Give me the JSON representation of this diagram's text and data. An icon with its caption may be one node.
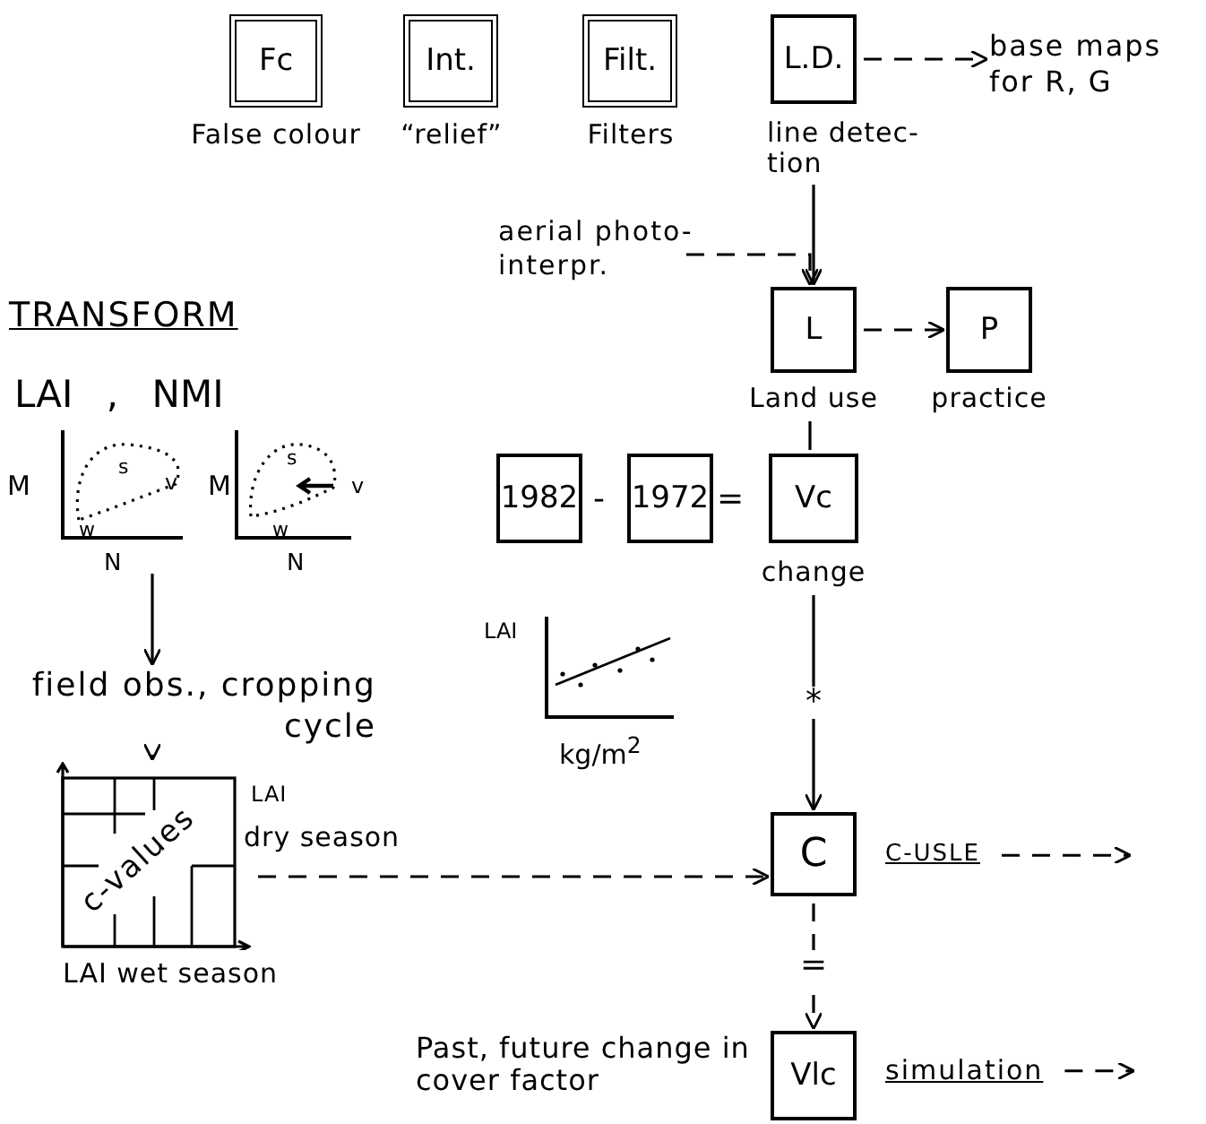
{
  "diagram": {
    "nodes": [
      {
        "text": [
          "Fc"
        ],
        "beside": [
          "False colour"
        ]
      },
      {
        "text": [
          "Int."
        ],
        "beside": [
          "“relief”"
        ]
      },
      {
        "text": [
          "Filt."
        ],
        "beside": [
          "Filters"
        ]
      },
      {
        "text": [
          "L.D."
        ],
        "beside": [
          "line detec- tion"
        ]
      },
      {
        "text": [
          "base maps for R, G"
        ]
      },
      {
        "text": [
          "aerial photo- interpr."
        ]
      },
      {
        "text": [
          "L"
        ],
        "beside": [
          "Land use"
        ]
      },
      {
        "text": [
          "P"
        ],
        "beside": [
          "practice"
        ]
      },
      {
        "text": [],
        "shape": "picture"
      },
      {
        "text": [
          "1982"
        ]
      },
      {
        "text": [
          "1972"
        ]
      },
      {
        "text": [
          "Vc"
        ],
        "beside": [
          "change"
        ]
      },
      {
        "text": [
          "field obs., cropping cycle"
        ]
      },
      {
        "text": [
          "c-values"
        ],
        "beside": [
          "LAI",
          "dry season",
          "LAI wet season"
        ]
      },
      {
        "text": [
          "C"
        ]
      },
      {
        "text": [
          "C-USLE"
        ]
      },
      {
        "text": [
          "Vlc"
        ],
        "beside": [
          "Past, future change in cover factor"
        ]
      },
      {
        "text": [
          "simulation"
        ]
      }
    ],
    "edges": [
      {
        "from": 3,
        "to": 4,
        "arrow": "to",
        "style": "dashed"
      },
      {
        "from": 3,
        "to": 6,
        "arrow": "to"
      },
      {
        "from": 5,
        "to": 6,
        "arrow": "to",
        "style": "dashed"
      },
      {
        "from": 6,
        "to": 7,
        "arrow": "to",
        "style": "dashed"
      },
      {
        "from": 6,
        "to": 11,
        "arrow": "none"
      },
      {
        "from": 11,
        "to": 14,
        "arrow": "to",
        "label": "*"
      },
      {
        "from": 8,
        "to": 12,
        "arrow": "to"
      },
      {
        "from": 12,
        "to": 13,
        "arrow": "to"
      },
      {
        "from": 13,
        "to": 14,
        "arrow": "to",
        "style": "dashed"
      },
      {
        "from": 14,
        "to": 16,
        "arrow": "to",
        "style": "dashed",
        "label": "="
      },
      {
        "from": 15,
        "to": null,
        "arrow": "to",
        "style": "dashed"
      },
      {
        "from": 17,
        "to": null,
        "arrow": "to",
        "style": "dashed"
      }
    ],
    "labels": [
      "TRANSFORM",
      "LAI , NMI",
      "M",
      "s",
      "v",
      "w",
      "N",
      "M",
      "s",
      "v",
      "w",
      "N",
      "-",
      "=",
      "LAI",
      "kg/m$^{2}$"
    ]
  }
}
